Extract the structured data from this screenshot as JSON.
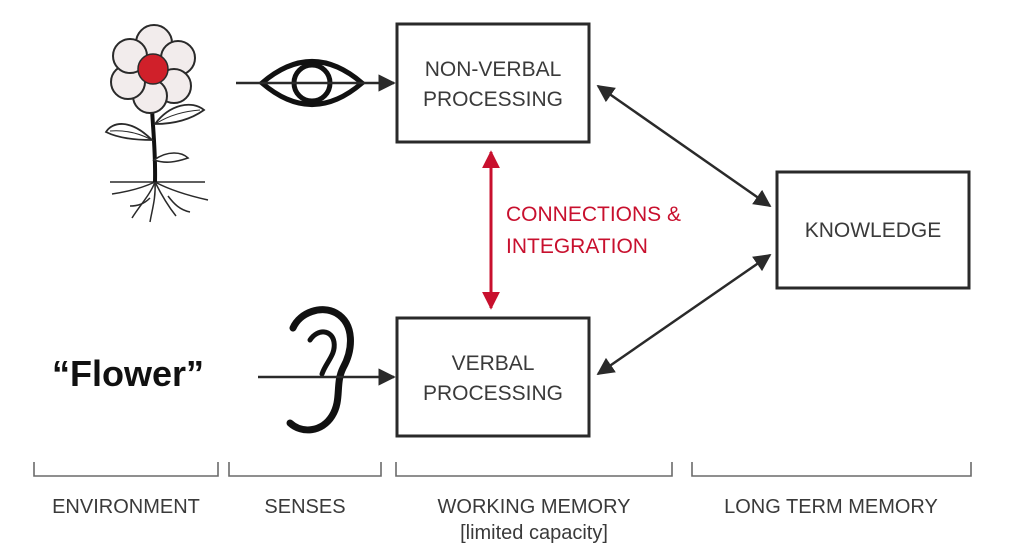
{
  "boxes": {
    "nonverbal": {
      "line1": "NON-VERBAL",
      "line2": "PROCESSING"
    },
    "verbal": {
      "line1": "VERBAL",
      "line2": "PROCESSING"
    },
    "knowledge": {
      "label": "KNOWLEDGE"
    }
  },
  "connections": {
    "line1": "CONNECTIONS &",
    "line2": "INTEGRATION",
    "color": "#c8102e"
  },
  "stimulus_word": "“Flower”",
  "stages": [
    {
      "label": "ENVIRONMENT"
    },
    {
      "label": "SENSES"
    },
    {
      "label": "WORKING MEMORY",
      "sublabel": "[limited capacity]"
    },
    {
      "label": "LONG TERM MEMORY"
    }
  ],
  "icons": {
    "image_stimulus": "flower-icon",
    "visual_sense": "eye-icon",
    "auditory_sense": "ear-icon"
  },
  "colors": {
    "accent": "#c8102e",
    "flower_center": "#d0202a",
    "petal": "#f2ecec",
    "line": "#2a2a2a"
  }
}
